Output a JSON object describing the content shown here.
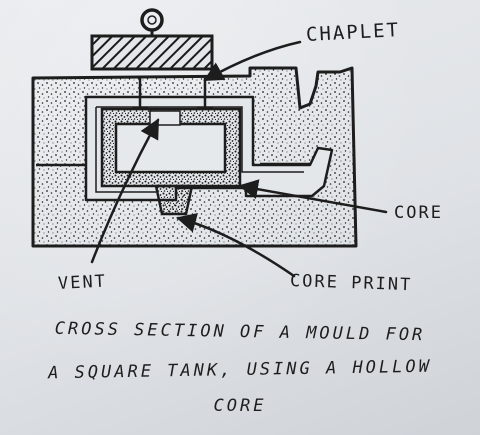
{
  "labels": {
    "chaplet": "CHAPLET",
    "core": "CORE",
    "vent": "VENT",
    "core_print": "CORE PRINT"
  },
  "caption": {
    "line1": "CROSS SECTION OF A MOULD FOR",
    "line2": "A SQUARE TANK, USING A HOLLOW",
    "line3": "CORE"
  },
  "colors": {
    "ink": "#1d1d1d",
    "paper": "#e3e6e9"
  }
}
